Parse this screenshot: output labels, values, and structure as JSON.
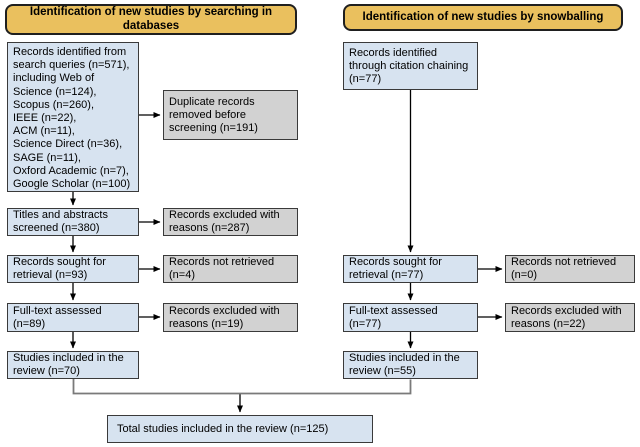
{
  "colors": {
    "header_fill": "#eac05e",
    "blue_fill": "#d7e3f0",
    "gray_fill": "#d2d2d2",
    "box_border": "#3a3a3a",
    "header_border": "#1f1f1f",
    "arrow": "#000000",
    "connector": "#7a7a7a",
    "background": "#ffffff",
    "text": "#000000"
  },
  "headers": {
    "database": "Identification of new studies by searching in\ndatabases",
    "snowballing": "Identification of new studies by snowballing"
  },
  "database_column": {
    "records_identified": "Records identified from\nsearch queries (n=571),\nincluding Web of\nScience (n=124),\nScopus (n=260),\nIEEE (n=22),\nACM (n=11),\nScience Direct (n=36),\nSAGE (n=11),\nOxford Academic (n=7),\nGoogle Scholar (n=100)",
    "duplicates_removed": "Duplicate records\nremoved before\nscreening (n=191)",
    "titles_screened": "Titles and abstracts\nscreened (n=380)",
    "records_excluded_screening": "Records excluded with\nreasons (n=287)",
    "records_sought": "Records sought for\nretrieval (n=93)",
    "records_not_retrieved": "Records not retrieved\n(n=4)",
    "fulltext_assessed": "Full-text assessed\n(n=89)",
    "records_excluded_fulltext": "Records excluded with\nreasons (n=19)",
    "studies_included": "Studies included in the\nreview (n=70)"
  },
  "snowballing_column": {
    "records_identified": "Records identified\nthrough citation chaining\n(n=77)",
    "records_sought": "Records sought for\nretrieval (n=77)",
    "records_not_retrieved": "Records not retrieved\n(n=0)",
    "fulltext_assessed": "Full-text assessed\n(n=77)",
    "records_excluded_fulltext": "Records excluded with\nreasons (n=22)",
    "studies_included": "Studies included in the\nreview (n=55)"
  },
  "total_box": "Total studies included in the review (n=125)"
}
